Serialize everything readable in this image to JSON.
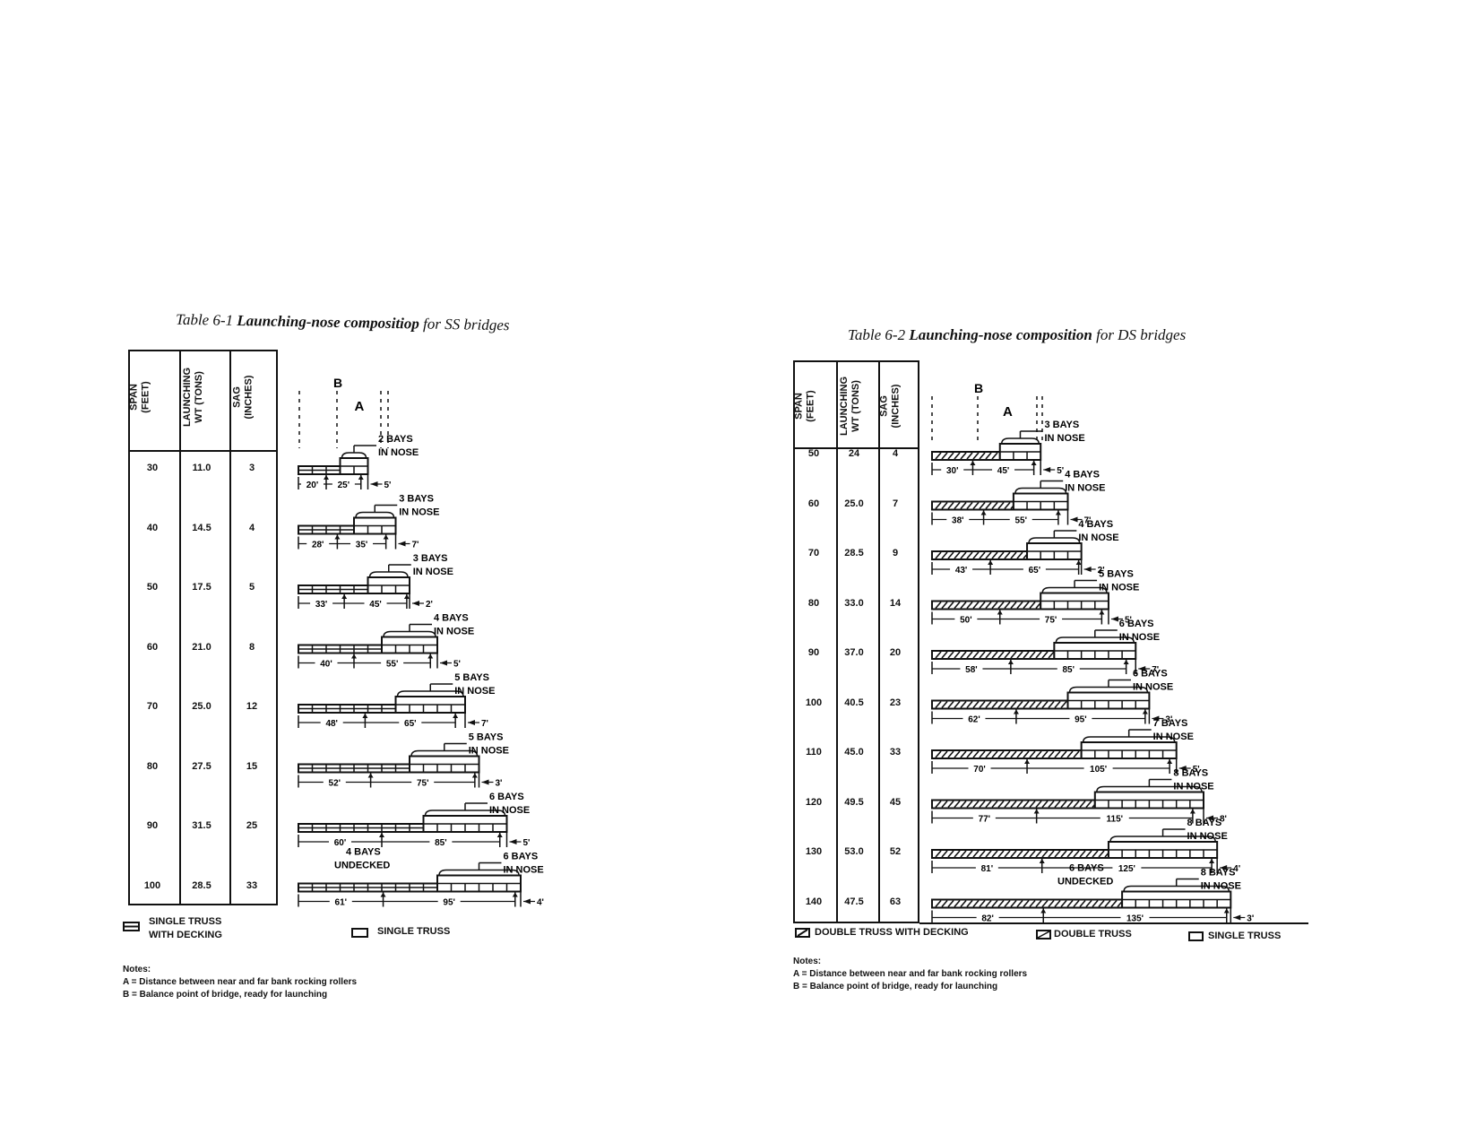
{
  "ss": {
    "title_prefix": "Table 6-1 ",
    "title_bold": "Launching-nose compositiop",
    "title_suffix": " for SS bridges",
    "headers": {
      "span": [
        "SPAN",
        "(FEET)"
      ],
      "wt": [
        "LAUNCHING",
        "WT (TONS)"
      ],
      "sag": [
        "SAG",
        "(INCHES)"
      ]
    },
    "rows": [
      {
        "span": "30",
        "wt": "11.0",
        "sag": "3",
        "bays": "2 BAYS",
        "nose": "IN NOSE",
        "d1": "20'",
        "d2": "25'",
        "d3": "5'"
      },
      {
        "span": "40",
        "wt": "14.5",
        "sag": "4",
        "bays": "3 BAYS",
        "nose": "IN NOSE",
        "d1": "28'",
        "d2": "35'",
        "d3": "7'"
      },
      {
        "span": "50",
        "wt": "17.5",
        "sag": "5",
        "bays": "3 BAYS",
        "nose": "IN NOSE",
        "d1": "33'",
        "d2": "45'",
        "d3": "2'"
      },
      {
        "span": "60",
        "wt": "21.0",
        "sag": "8",
        "bays": "4 BAYS",
        "nose": "IN NOSE",
        "d1": "40'",
        "d2": "55'",
        "d3": "5'"
      },
      {
        "span": "70",
        "wt": "25.0",
        "sag": "12",
        "bays": "5 BAYS",
        "nose": "IN NOSE",
        "d1": "48'",
        "d2": "65'",
        "d3": "7'"
      },
      {
        "span": "80",
        "wt": "27.5",
        "sag": "15",
        "bays": "5 BAYS",
        "nose": "IN NOSE",
        "d1": "52'",
        "d2": "75'",
        "d3": "3'"
      },
      {
        "span": "90",
        "wt": "31.5",
        "sag": "25",
        "bays": "6 BAYS",
        "nose": "IN NOSE",
        "d1": "60'",
        "d2": "85'",
        "d3": "5'"
      },
      {
        "span": "100",
        "wt": "28.5",
        "sag": "33",
        "bays": "6 BAYS",
        "nose": "IN NOSE",
        "d1": "61'",
        "d2": "95'",
        "d3": "4'",
        "extra1": "4 BAYS",
        "extra2": "UNDECKED"
      }
    ],
    "marker_b": "B",
    "marker_a": "A",
    "legend1": [
      "SINGLE TRUSS",
      "WITH DECKING"
    ],
    "legend2": "SINGLE TRUSS",
    "notes_title": "Notes:",
    "note_a": "A = Distance between near and far bank rocking rollers",
    "note_b": "B = Balance point of bridge, ready for launching"
  },
  "ds": {
    "title_prefix": "Table 6-2 ",
    "title_bold": "Launching-nose composition",
    "title_suffix": " for DS bridges",
    "headers": {
      "span": [
        "SPAN",
        "(FEET)"
      ],
      "wt": [
        "LAUNCHING",
        "WT (TONS)"
      ],
      "sag": [
        "SAG",
        "(INCHES)"
      ]
    },
    "rows": [
      {
        "span": "50",
        "wt": "24",
        "sag": "4",
        "bays": "3 BAYS",
        "nose": "IN NOSE",
        "d1": "30'",
        "d2": "45'",
        "d3": "5'"
      },
      {
        "span": "60",
        "wt": "25.0",
        "sag": "7",
        "bays": "4 BAYS",
        "nose": "IN NOSE",
        "d1": "38'",
        "d2": "55'",
        "d3": "7'"
      },
      {
        "span": "70",
        "wt": "28.5",
        "sag": "9",
        "bays": "4 BAYS",
        "nose": "IN NOSE",
        "d1": "43'",
        "d2": "65'",
        "d3": "2'"
      },
      {
        "span": "80",
        "wt": "33.0",
        "sag": "14",
        "bays": "5 BAYS",
        "nose": "IN NOSE",
        "d1": "50'",
        "d2": "75'",
        "d3": "5'"
      },
      {
        "span": "90",
        "wt": "37.0",
        "sag": "20",
        "bays": "6 BAYS",
        "nose": "IN NOSE",
        "d1": "58'",
        "d2": "85'",
        "d3": "7'"
      },
      {
        "span": "100",
        "wt": "40.5",
        "sag": "23",
        "bays": "6 BAYS",
        "nose": "IN NOSE",
        "d1": "62'",
        "d2": "95'",
        "d3": "3'"
      },
      {
        "span": "110",
        "wt": "45.0",
        "sag": "33",
        "bays": "7 BAYS",
        "nose": "IN NOSE",
        "d1": "70'",
        "d2": "105'",
        "d3": "5'"
      },
      {
        "span": "120",
        "wt": "49.5",
        "sag": "45",
        "bays": "8 BAYS",
        "nose": "IN NOSE",
        "d1": "77'",
        "d2": "115'",
        "d3": "8'"
      },
      {
        "span": "130",
        "wt": "53.0",
        "sag": "52",
        "bays": "8 BAYS",
        "nose": "IN NOSE",
        "d1": "81'",
        "d2": "125'",
        "d3": "4'"
      },
      {
        "span": "140",
        "wt": "47.5",
        "sag": "63",
        "bays": "8 BAYS",
        "nose": "IN NOSE",
        "d1": "82'",
        "d2": "135'",
        "d3": "3'",
        "extra1": "6 BAYS",
        "extra2": "UNDECKED"
      }
    ],
    "marker_b": "B",
    "marker_a": "A",
    "legend1": "DOUBLE TRUSS WITH DECKING",
    "legend2": "DOUBLE TRUSS",
    "legend3": "SINGLE TRUSS",
    "notes_title": "Notes:",
    "note_a": "A = Distance between near and far bank rocking rollers",
    "note_b": "B = Balance point of bridge, ready for launching"
  }
}
